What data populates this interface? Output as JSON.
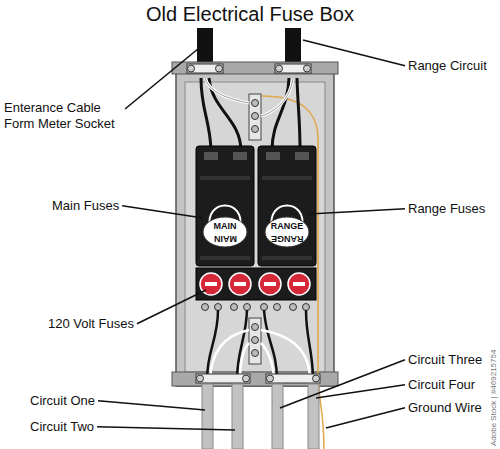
{
  "diagram": {
    "title": "Old Electrical Fuse Box",
    "labels": [
      "Enterance Cable Form Meter Socket",
      "Range Circuit",
      "Main Fuses",
      "MAIN",
      "MAIN",
      "RANGE",
      "RANGE",
      "Range Fuses",
      "120 Volt Fuses",
      "Circuit Three",
      "Circuit One",
      "Circuit Four",
      "Circuit Two",
      "Ground Wire",
      "Adobe Stock | #469215754"
    ]
  }
}
